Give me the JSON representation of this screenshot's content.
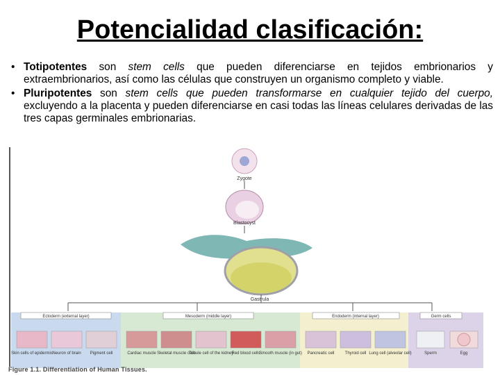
{
  "title": "Potencialidad clasificación:",
  "bullets": [
    {
      "term": "Totipotentes",
      "connector": " son ",
      "emph": "stem cells",
      "rest": " que pueden diferenciarse en tejidos embrionarios y extraembrionarios, así como las células que construyen un organismo completo y viable."
    },
    {
      "term": "Pluripotentes",
      "connector": " son ",
      "emph": "stem cells",
      "emph2": " que pueden transformarse en cualquier tejido del cuerpo,",
      "rest": " excluyendo a la placenta y pueden diferenciarse en casi todas las líneas celulares derivadas de las tres capas germinales embrionarias."
    }
  ],
  "figure": {
    "stages": [
      "Zygote",
      "Blastocyst",
      "Gastrula"
    ],
    "layers": [
      {
        "label": "Ectoderm (external layer)",
        "color": "#c9d9ee"
      },
      {
        "label": "Mesoderm (middle layer)",
        "color": "#d7e8d3"
      },
      {
        "label": "Endoderm (internal layer)",
        "color": "#f3efcf"
      },
      {
        "label": "Germ cells",
        "color": "#ddd3e8"
      }
    ],
    "cells": [
      "Skin cells of epidermis",
      "Neuron of brain",
      "Pigment cell",
      "Cardiac muscle",
      "Skeletal muscle cells",
      "Tubule cell of the kidney",
      "Red blood cells",
      "Smooth muscle (in gut)",
      "Pancreatic cell",
      "Thyroid cell",
      "Lung cell (alveolar cell)",
      "Sperm",
      "Egg"
    ],
    "caption": "Figure 1.1. Differentiation of Human Tissues."
  }
}
